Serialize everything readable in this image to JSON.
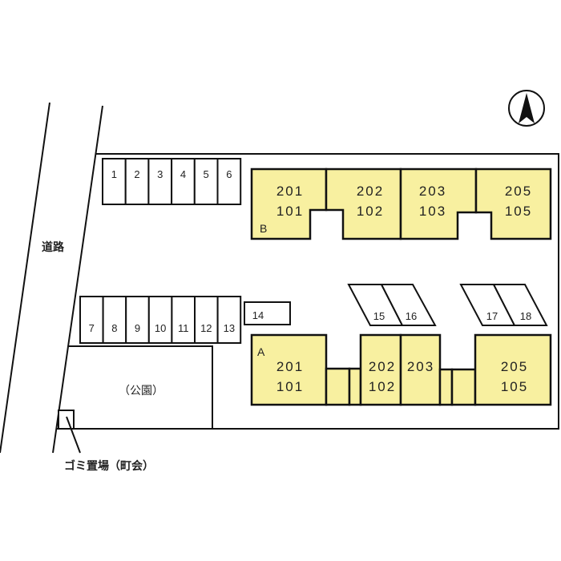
{
  "road_label": "道路",
  "park_label": "（公園）",
  "garbage_label": "ゴミ置場（町会）",
  "building_b": {
    "label": "B",
    "units": [
      {
        "upper": "201",
        "lower": "101"
      },
      {
        "upper": "202",
        "lower": "102"
      },
      {
        "upper": "203",
        "lower": "103"
      },
      {
        "upper": "205",
        "lower": "105"
      }
    ]
  },
  "building_a": {
    "label": "A",
    "units": [
      {
        "upper": "201",
        "lower": "101"
      },
      {
        "upper": "202",
        "lower": "102"
      },
      {
        "upper": "203"
      },
      {
        "upper": "205",
        "lower": "105"
      }
    ]
  },
  "parking": [
    "1",
    "2",
    "3",
    "4",
    "5",
    "6",
    "7",
    "8",
    "9",
    "10",
    "11",
    "12",
    "13",
    "14",
    "15",
    "16",
    "17",
    "18"
  ],
  "colors": {
    "building": "#f8f0a0",
    "line": "#111111"
  },
  "north_icon": "north-arrow-icon"
}
